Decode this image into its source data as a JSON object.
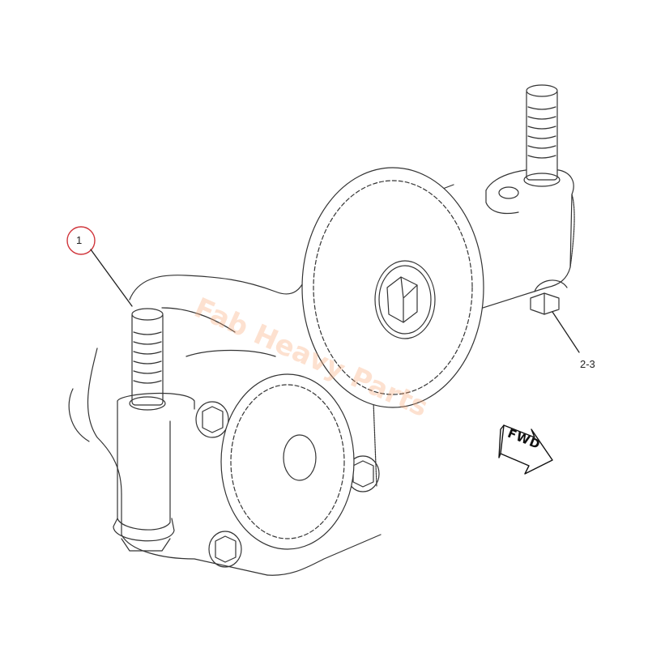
{
  "diagram": {
    "subject": "oil pump assembly with drive gears",
    "callouts": [
      {
        "id": "1",
        "label": "1",
        "circled": true,
        "circle_color": "#d0343a"
      },
      {
        "id": "2-3",
        "label": "2-3",
        "circled": false
      }
    ],
    "direction_indicator": {
      "label": "FWD",
      "icon": "arrow-right-icon"
    },
    "watermark": {
      "text": "Fab Heavy Parts",
      "color": "#f5b08a"
    },
    "colors": {
      "line": "#333333",
      "background": "#ffffff",
      "callout_circle": "#d0343a"
    }
  }
}
